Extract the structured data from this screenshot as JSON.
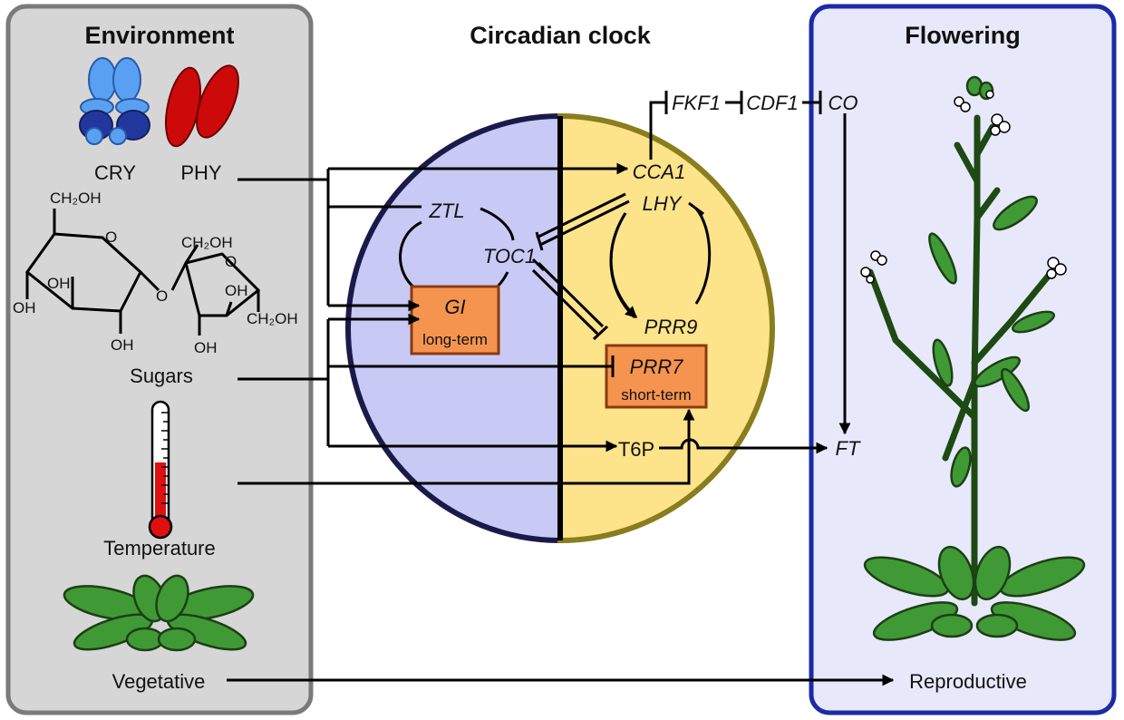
{
  "panels": {
    "environment": {
      "title": "Environment",
      "fill": "#d6d6d6",
      "stroke": "#7a7a7a"
    },
    "clock": {
      "title": "Circadian clock"
    },
    "flowering": {
      "title": "Flowering",
      "fill": "#e8e8fb",
      "stroke": "#1c2aa6"
    }
  },
  "environment": {
    "cry": "CRY",
    "phy": "PHY",
    "sugars": "Sugars",
    "temperature": "Temperature",
    "vegetative": "Vegetative",
    "sugar_labels": {
      "ch2oh_glc": "CH₂OH",
      "ch2oh_fru_top": "CH₂OH",
      "ch2oh_fru_right": "CH₂OH",
      "ring_o_glc": "O",
      "ring_o_fru": "O",
      "link_o": "O",
      "oh_glc_1": "OH",
      "oh_glc_2": "OH",
      "oh_glc_3": "OH",
      "oh_fru_1": "OH",
      "oh_fru_2": "OH"
    }
  },
  "clock": {
    "left_half_color": "#c9c9f5",
    "right_half_color": "#fde38a",
    "left_border": "#1a1a4a",
    "right_border": "#8a7d1e",
    "ztl": "ZTL",
    "toc1": "TOC1",
    "gi": "GI",
    "gi_sub": "long-term",
    "cca1": "CCA1",
    "lhy": "LHY",
    "prr9": "PRR9",
    "prr7": "PRR7",
    "prr7_sub": "short-term",
    "t6p": "T6P",
    "box_fill": "#f5944f",
    "box_stroke": "#8a3a12"
  },
  "top_chain": {
    "fkf1": "FKF1",
    "cdf1": "CDF1",
    "co": "CO"
  },
  "flowering": {
    "ft": "FT",
    "reproductive": "Reproductive"
  },
  "colors": {
    "cry_light": "#5aa0f2",
    "cry_dark": "#22379e",
    "phy": "#cc0a0a",
    "plant": "#3f9a35",
    "stem": "#1d4a12",
    "thermo_red": "#e01010"
  }
}
